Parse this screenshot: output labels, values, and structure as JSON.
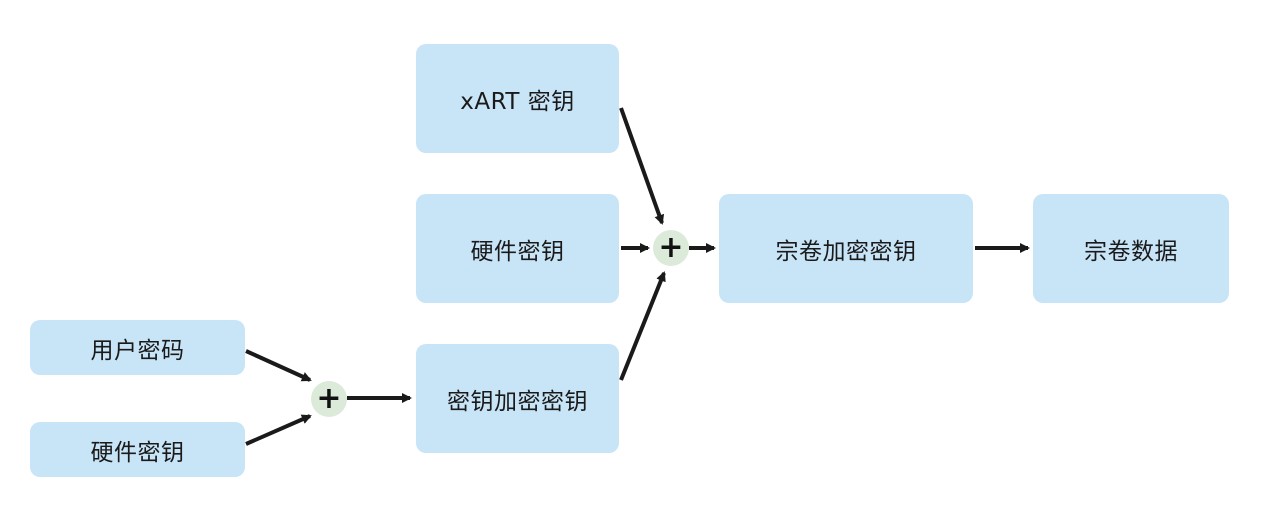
{
  "nodes": {
    "xart_key": "xART 密钥",
    "hardware_key_top": "硬件密钥",
    "kek": "密钥加密密钥",
    "user_password": "用户密码",
    "hardware_key_bottom": "硬件密钥",
    "volume_encryption_key": "宗卷加密密钥",
    "volume_data": "宗卷数据"
  },
  "operators": {
    "combine_left": "+",
    "combine_right": "+"
  },
  "colors": {
    "box_fill": "#c8e4f7",
    "operator_fill": "#dcead9",
    "arrow": "#1a1a1a"
  }
}
